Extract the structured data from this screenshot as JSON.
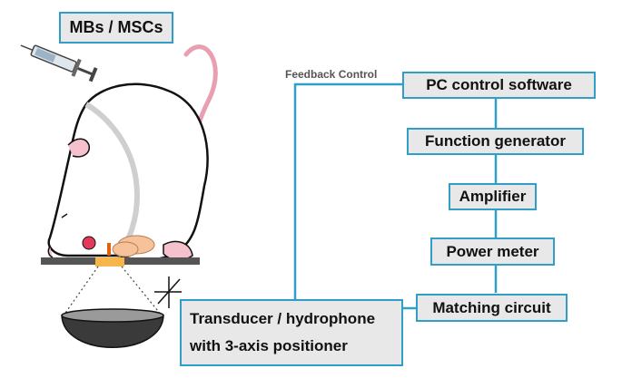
{
  "colors": {
    "box_border": "#2f9fc7",
    "box_fill": "#e8e8e8",
    "connector": "#2f9fc7",
    "text": "#111111"
  },
  "agent_label": "MBs / MSCs",
  "feedback_label": "Feedback Control",
  "chain": [
    "PC control software",
    "Function generator",
    "Amplifier",
    "Power meter",
    "Matching circuit"
  ],
  "transducer": {
    "line1": "Transducer / hydrophone",
    "line2": "with 3-axis positioner"
  },
  "icons": [
    "syringe-icon",
    "mouse-illustration",
    "transducer-bowl-icon",
    "axis-cross-icon"
  ]
}
